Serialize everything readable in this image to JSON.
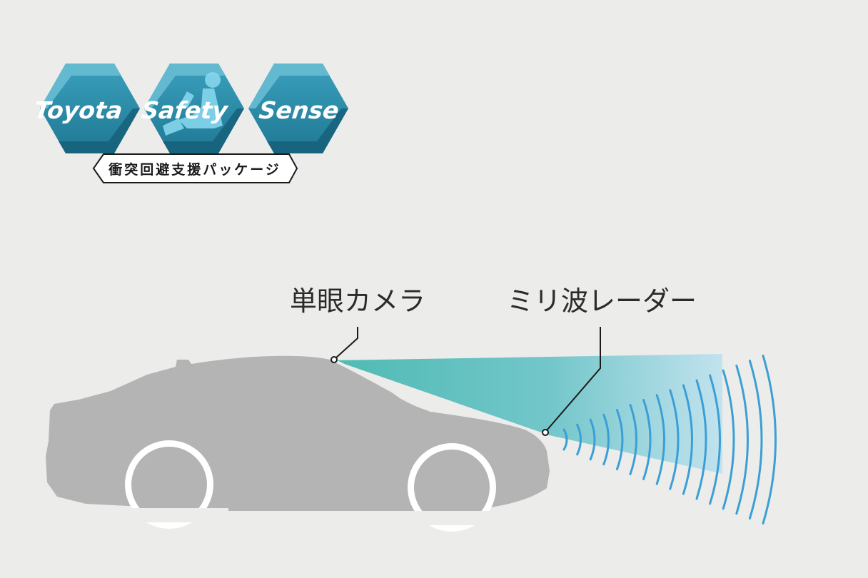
{
  "logo": {
    "words": [
      "Toyota",
      "Safety",
      "Sense"
    ],
    "tagline": "衝突回避支援パッケージ",
    "colors": {
      "hex_fill": "#2a8aa6",
      "hex_light": "#6cc3d8",
      "hex_dark": "#1b6680",
      "figure": "#7fd2ec"
    }
  },
  "callouts": {
    "camera": "単眼カメラ",
    "radar": "ミリ波レーダー"
  },
  "colors": {
    "background": "#ececeb",
    "car": "#b4b4b4",
    "wheel_arch": "#ffffff",
    "camera_beam": "#57c0bc",
    "radar_wave": "#3b9fd6"
  }
}
